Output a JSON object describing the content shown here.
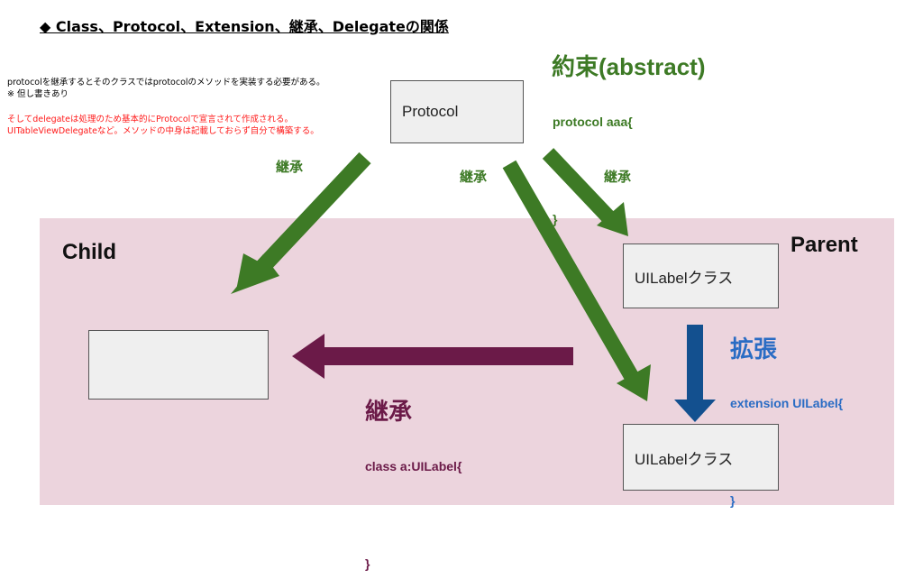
{
  "title": "◆ Class、Protocol、Extension、継承、Delegateの関係",
  "notes": {
    "black": [
      "protocolを継承するとそのクラスではprotocolのメソッドを実装する必要がある。",
      "※ 但し書きあり"
    ],
    "red": [
      "そしてdelegateは処理のため基本的にProtocolで宣言されて作成される。",
      "UITableViewDelegateなど。メソッドの中身は記載しておらず自分で構築する。"
    ]
  },
  "boxes": {
    "protocol": "Protocol",
    "child": "",
    "parent": "UILabelクラス",
    "bottom": "UILabelクラス"
  },
  "labels": {
    "child": "Child",
    "parent": "Parent",
    "inherit_left": "継承",
    "inherit_middle": "継承",
    "inherit_right": "継承"
  },
  "abstract": {
    "heading": "約束(abstract)",
    "code": [
      "protocol aaa{",
      "",
      "}"
    ]
  },
  "extension": {
    "heading": "拡張",
    "code": [
      "extension UILabel{",
      "",
      "}"
    ]
  },
  "subclass": {
    "heading": "継承",
    "code": [
      "class a:UILabel{",
      "",
      "}"
    ]
  },
  "colors": {
    "green": "#3d7a25",
    "blue": "#13508f",
    "maroon": "#6b1a48",
    "pink": "#ecd4dd"
  }
}
